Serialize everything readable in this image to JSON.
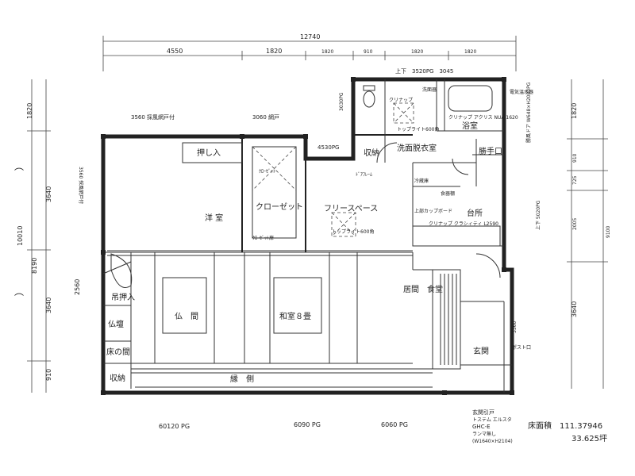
{
  "dimensions": {
    "total_width": "12740",
    "top_segments": [
      "4550",
      "1820",
      "1820",
      "910",
      "1820",
      "1820"
    ],
    "left_outer": "10010",
    "left_seg_1820": "1820",
    "left_seg_3640a": "3640",
    "left_seg_8190": "8190",
    "left_seg_3640b": "3640",
    "left_seg_910": "910",
    "left_seg_2560": "2560",
    "right_outer": "9100",
    "right_1820": "1820",
    "right_910": "910",
    "right_725": "725",
    "right_2005": "2005",
    "right_3640": "3640",
    "right_3560": "3560",
    "right_3560_side": "3560"
  },
  "rooms": {
    "western_room": "洋 室",
    "closet": "クローゼット",
    "free_space": "フリースペース",
    "washroom": "洗面脱衣室",
    "bathroom": "浴室",
    "storage_top": "収納",
    "back_door": "勝手口",
    "kitchen": "台所",
    "living_dining": "居間　食堂",
    "entrance": "玄関",
    "buddhist_room": "仏　間",
    "japanese_room": "和室８畳",
    "hanging_closet": "吊押入",
    "butsudan": "仏壇",
    "tokonoma": "床の間",
    "storage_bottom": "収納",
    "veranda": "縁　側",
    "oshiire": "押し入"
  },
  "notes": {
    "top_left_fitting": "3560 採風網戸付",
    "top_mid_fitting": "3060 網戸",
    "mid_fitting": "4530PG",
    "left_side_fitting": "3560 採風網戸付",
    "left_side_2560": "2560",
    "bath_top": "上下　3520PG　3045",
    "bath_left": "3030PG",
    "bath_unit": "電気温水器",
    "bath_notes": "クリナップ アクリス NUA 1620",
    "vanity": "洗面器",
    "toilet_room": "クリナップ",
    "wash_hatch": "トップライト600角",
    "kitchen_unit": "クリナップ クラシィティ L2590",
    "kitchen_corner": "冷蔵庫",
    "kitchen_shelf": "食器棚",
    "kitchen_top": "上部カップボード",
    "right_door": "勝風ドア W648×H2000PG",
    "right_window": "上下 5020PG",
    "hatch": "トップライト600角",
    "closet_top": "ｸﾛｰｾﾞｯﾄ",
    "closet_bottom": "ｸﾛｰｾﾞｯﾄ扉",
    "free_door": "ﾄﾞｱﾌﾚｰﾑ",
    "bottom_fitting_1": "60120 PG",
    "bottom_fitting_2": "6090 PG",
    "bottom_fitting_3": "6060 PG",
    "post_box": "ポスト口",
    "entrance_door_title": "玄関引戸",
    "entrance_door_spec": "トステム エルスタ",
    "entrance_door_model": "GHC-E",
    "entrance_door_lock": "ランマ無し",
    "entrance_door_size": "(W1640×H2104)"
  },
  "area": {
    "label": "床面積",
    "value": "111.37946",
    "tsubo": "33.625坪"
  }
}
